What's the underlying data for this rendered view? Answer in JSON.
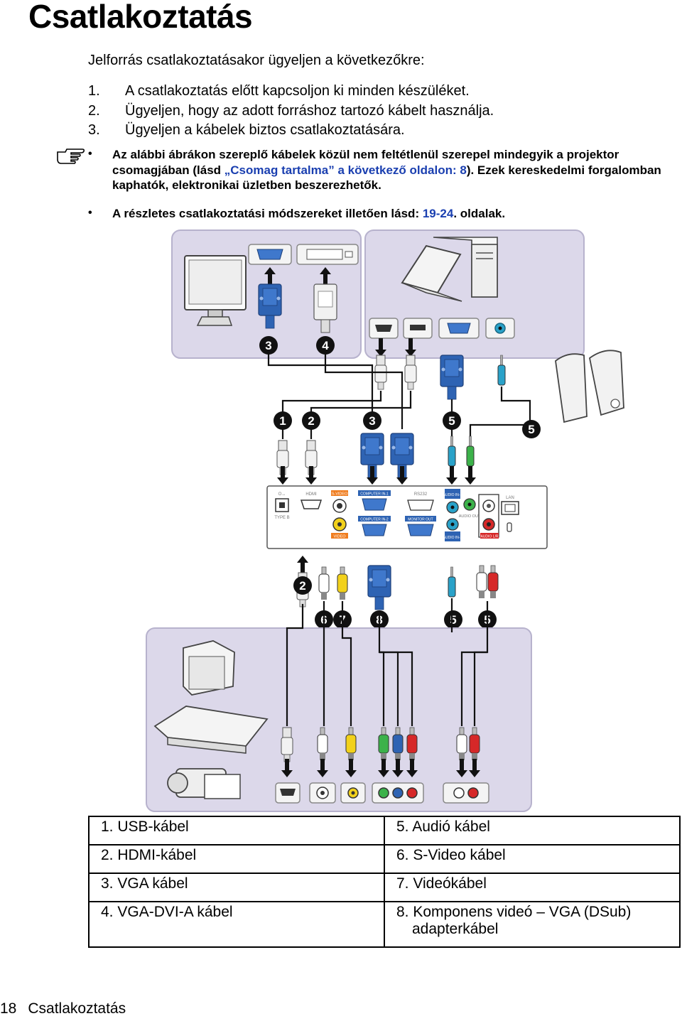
{
  "page": {
    "title": "Csatlakoztatás",
    "intro": "Jelforrás csatlakoztatásakor ügyeljen a következőkre:",
    "steps": [
      {
        "num": "1.",
        "text": "A csatlakoztatás előtt kapcsoljon ki minden készüléket."
      },
      {
        "num": "2.",
        "text": "Ügyeljen, hogy az adott forráshoz tartozó kábelt használja."
      },
      {
        "num": "3.",
        "text": "Ügyeljen a kábelek biztos csatlakoztatására."
      }
    ],
    "notes": {
      "note1_pre": "Az alábbi ábrákon szereplő kábelek közül nem feltétlenül szerepel mindegyik a projektor csomagjában (lásd ",
      "note1_link": "„Csomag tartalma” a következő oldalon: 8",
      "note1_post": "). Ezek kereskedelmi forgalomban kaphatók, elektronikai üzletben beszerezhetők.",
      "note2_pre": "A részletes csatlakoztatási módszereket illetően lásd: ",
      "note2_link": "19-24",
      "note2_post": ". oldalak.",
      "bullet": "•",
      "icon": "pointing-hand-icon"
    }
  },
  "diagram": {
    "port_labels": {
      "usb": "TYPE B",
      "hdmi": "HDMI",
      "svideo": "S-VIDEO",
      "video": "VIDEO",
      "computer_in1": "COMPUTER IN-1",
      "computer_in2": "COMPUTER IN-2",
      "rs232": "RS232",
      "monitor_out": "MONITOR OUT",
      "audio_in1": "AUDIO IN-1",
      "audio_out": "AUDIO OUT",
      "audio_in2": "AUDIO IN-2",
      "audio_lr": "AUDIO L/R",
      "lan": "LAN"
    },
    "markers": {
      "m3_top": "3",
      "m4_top": "4",
      "m1": "1",
      "m2a": "2",
      "m3": "3",
      "m5a": "5",
      "m5b": "5",
      "m2b": "2",
      "m6": "6",
      "m7": "7",
      "m8": "8",
      "m5c": "5",
      "m5d": "5"
    },
    "colors": {
      "panel": "#dcd8ea",
      "panel_border": "#b7b2cd",
      "vga_blue": "#2e63b3",
      "marker": "#111111",
      "video_yellow": "#f2d11b",
      "green": "#3cb24a",
      "red": "#d62828",
      "orange": "#f07d1f",
      "teal": "#2aa2c9"
    }
  },
  "legend": {
    "rows": [
      [
        "1. USB-kábel",
        "5. Audió kábel"
      ],
      [
        "2. HDMI-kábel",
        "6. S-Video kábel"
      ],
      [
        "3. VGA kábel",
        "7. Videókábel"
      ],
      [
        "4. VGA-DVI-A kábel",
        "8. Komponens videó – VGA (DSub) adapterkábel"
      ]
    ]
  },
  "footer": {
    "page_number": "18",
    "section": "Csatlakoztatás"
  }
}
